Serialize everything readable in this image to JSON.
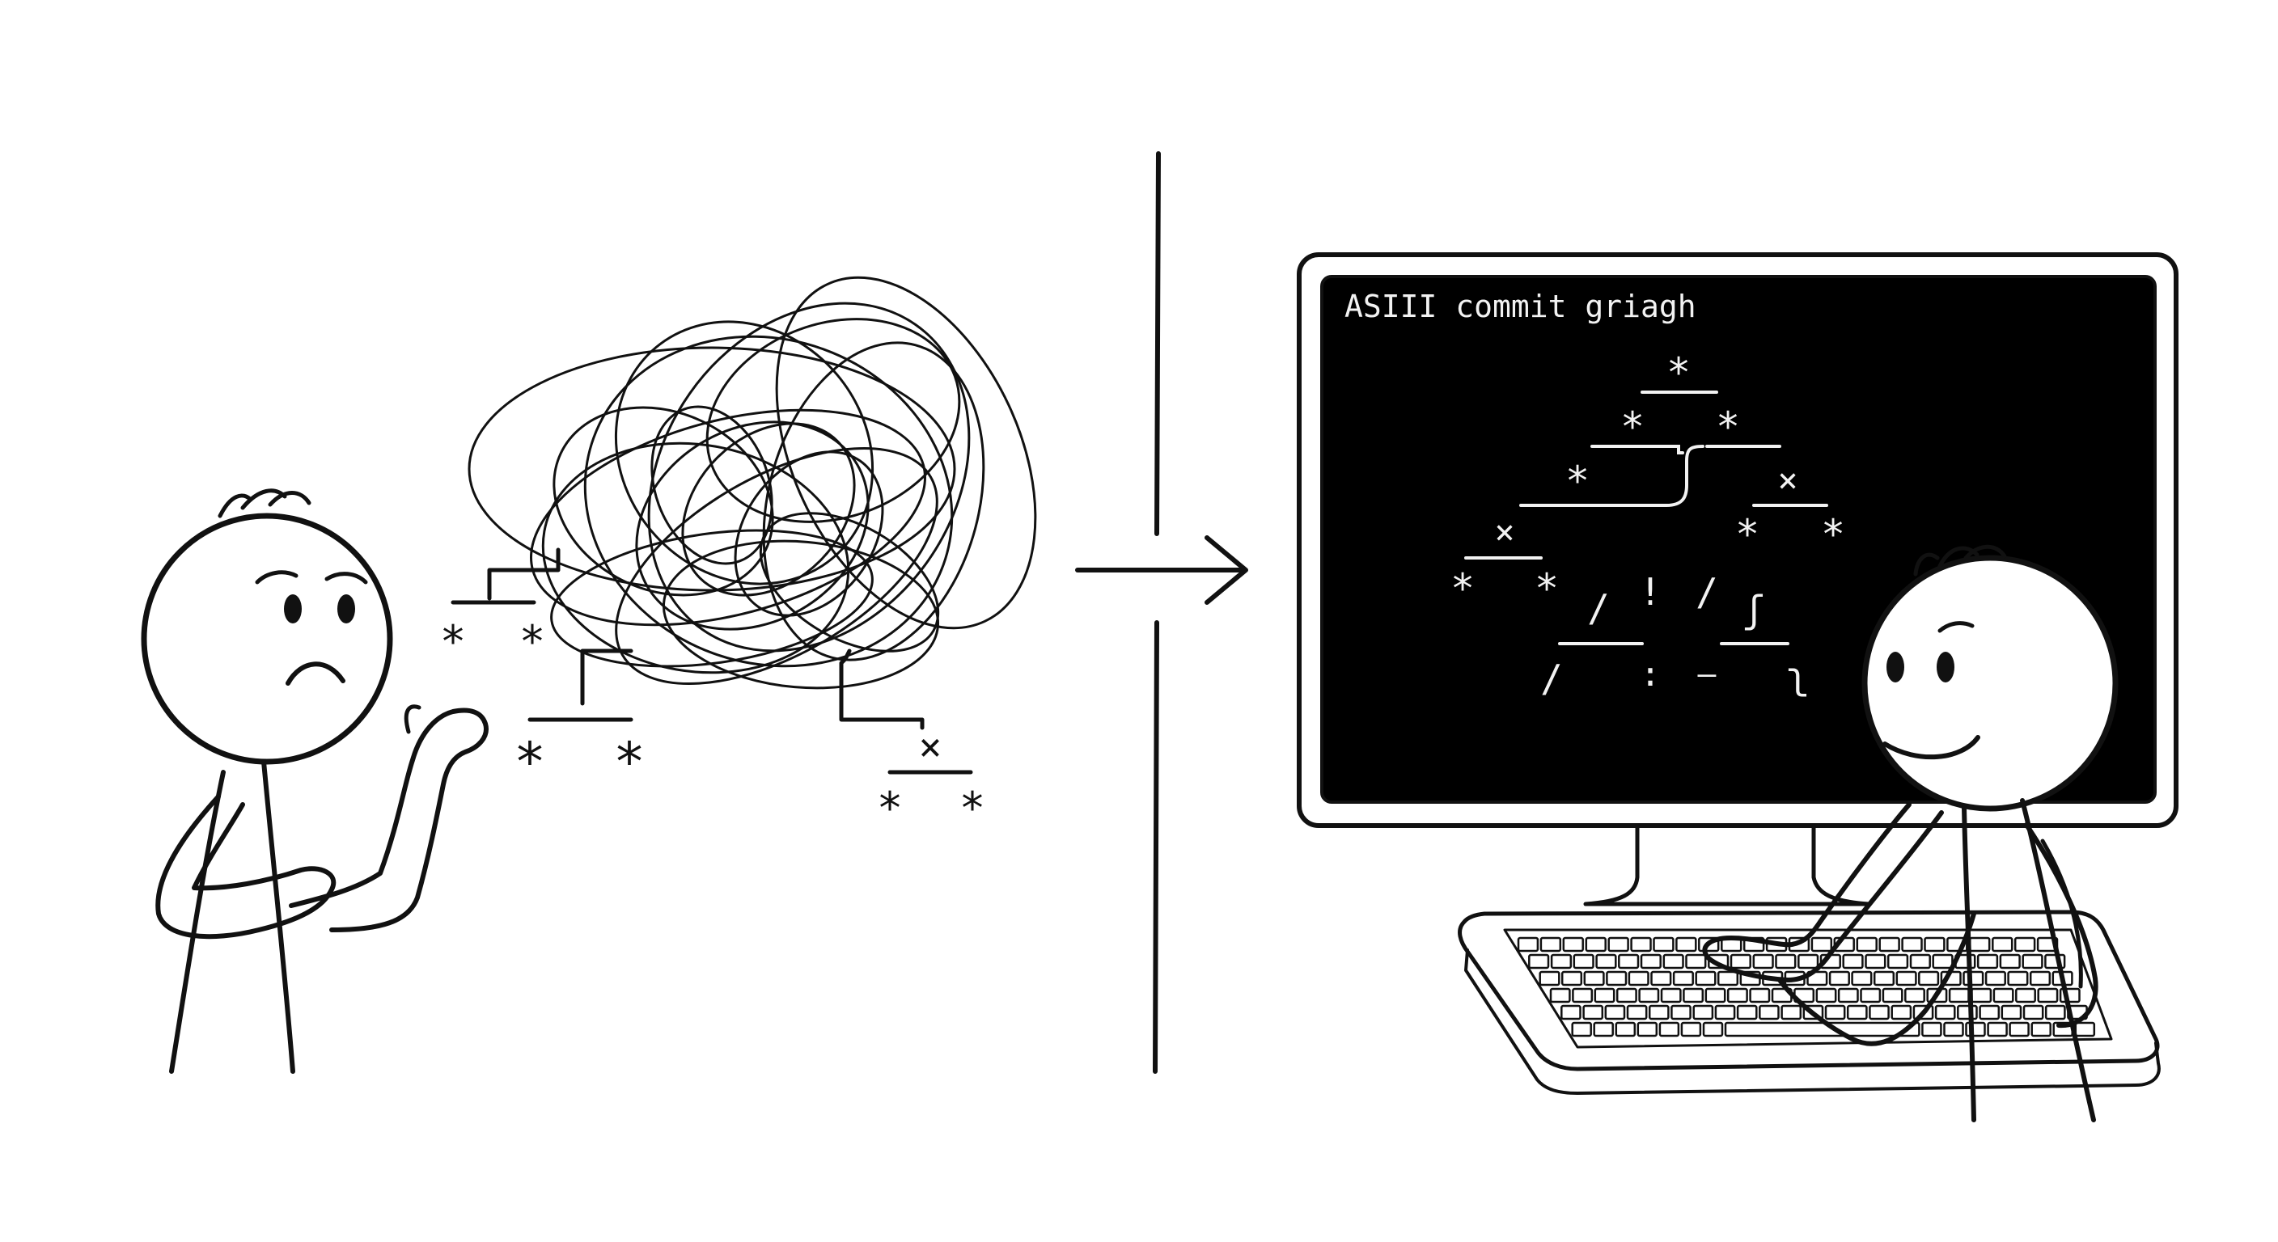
{
  "terminal": {
    "title": "ASIII commit griagh"
  },
  "glyphs": {
    "star": "*",
    "cross": "×",
    "slash": "/",
    "bang": "!",
    "colon": ":",
    "dash": "—",
    "curl_top": "ʃ",
    "curl_bottom": "ʅ"
  },
  "colors": {
    "ink": "#111111",
    "paper": "#ffffff",
    "screen": "#000000",
    "screen_text": "#f2f2f2"
  }
}
